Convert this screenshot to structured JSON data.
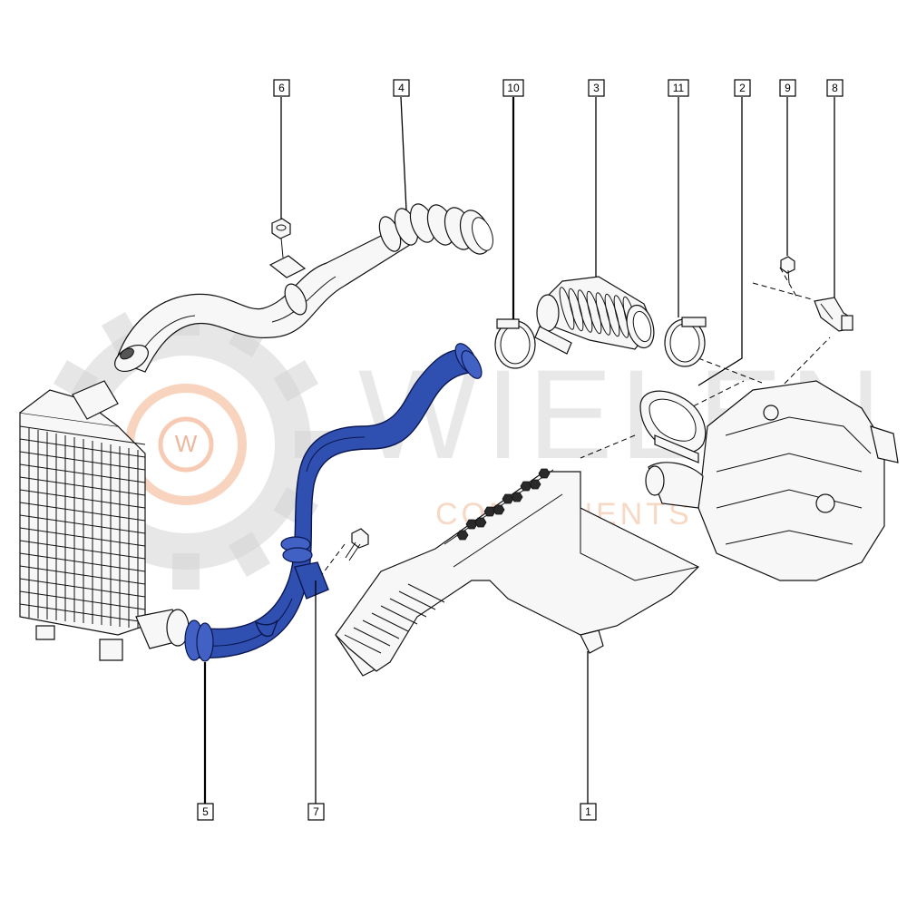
{
  "watermark": {
    "brand": "WIELEN",
    "tagline": "COMPONENTS",
    "logo_letter": "W",
    "logo_accent_color": "#f2a980",
    "logo_grey_color": "#cfcfcf"
  },
  "highlight_color": "#2f50b0",
  "callouts": [
    {
      "id": "c6",
      "label": "6"
    },
    {
      "id": "c4",
      "label": "4"
    },
    {
      "id": "c10",
      "label": "10"
    },
    {
      "id": "c3",
      "label": "3"
    },
    {
      "id": "c11",
      "label": "11"
    },
    {
      "id": "c2",
      "label": "2"
    },
    {
      "id": "c9",
      "label": "9"
    },
    {
      "id": "c8",
      "label": "8"
    },
    {
      "id": "c5",
      "label": "5"
    },
    {
      "id": "c7",
      "label": "7"
    },
    {
      "id": "c1",
      "label": "1"
    }
  ],
  "parts": [
    {
      "ref": "1",
      "name": "air-intake-duct"
    },
    {
      "ref": "2",
      "name": "seal-ring"
    },
    {
      "ref": "3",
      "name": "corrugated-hose"
    },
    {
      "ref": "4",
      "name": "upper-intercooler-pipe"
    },
    {
      "ref": "5",
      "name": "lower-intercooler-hose"
    },
    {
      "ref": "6",
      "name": "nut"
    },
    {
      "ref": "7",
      "name": "bolt"
    },
    {
      "ref": "8",
      "name": "sensor"
    },
    {
      "ref": "9",
      "name": "screw"
    },
    {
      "ref": "10",
      "name": "hose-clamp"
    },
    {
      "ref": "11",
      "name": "hose-clamp"
    }
  ]
}
